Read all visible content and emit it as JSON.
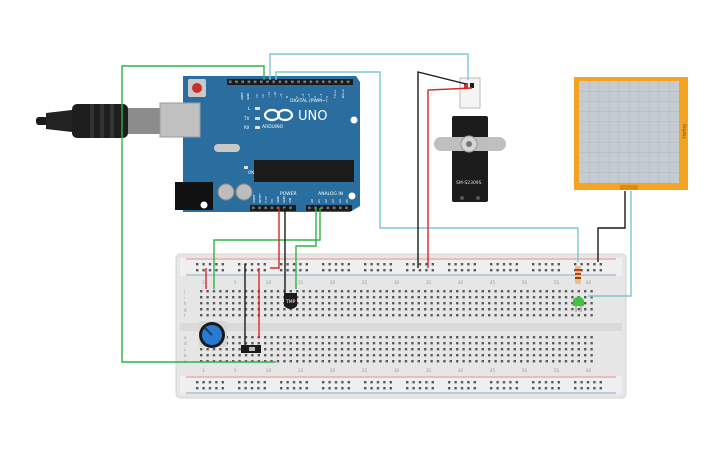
{
  "arduino": {
    "brand": "ARDUINO",
    "model": "UNO",
    "digital_header_label": "DIGITAL (PWM~)",
    "power_label": "POWER",
    "analog_label": "ANALOG IN",
    "aref_label": "AREF",
    "gnd_label": "GND",
    "digital_pins": [
      "13",
      "12",
      "~11",
      "~10",
      "~9",
      "8",
      "7",
      "~6",
      "~5",
      "4",
      "~3",
      "2",
      "TX→1",
      "RX←0"
    ],
    "power_pins": [
      "IOREF",
      "RESET",
      "3.3V",
      "5V",
      "GND",
      "GND",
      "VIN"
    ],
    "analog_pins": [
      "A0",
      "A1",
      "A2",
      "A3",
      "A4",
      "A5"
    ],
    "led_labels": [
      "L",
      "TX",
      "RX"
    ],
    "on_label": "ON"
  },
  "servo": {
    "model": "SM-S2309S"
  },
  "tmp_sensor": {
    "label": "TMP"
  },
  "display": {
    "side_label": "Display"
  },
  "breadboard": {
    "row_letters_top": [
      "j",
      "i",
      "h",
      "g",
      "f"
    ],
    "row_letters_bottom": [
      "e",
      "d",
      "c",
      "b",
      "a"
    ],
    "column_numbers": [
      "1",
      "5",
      "10",
      "15",
      "20",
      "25",
      "30",
      "35",
      "40",
      "45",
      "50",
      "55",
      "60"
    ]
  },
  "colors": {
    "board_blue": "#2a6ea0",
    "breadboard": "#e6e6e6",
    "wire_green": "#2db34a",
    "wire_red": "#d62828",
    "wire_black": "#1a1a1a",
    "wire_cyan": "#7cc6d6",
    "display_frame": "#f2a422",
    "display_screen": "#c5ccd1",
    "led_green": "#3fc43f",
    "pot_blue": "#2a7ad1"
  }
}
